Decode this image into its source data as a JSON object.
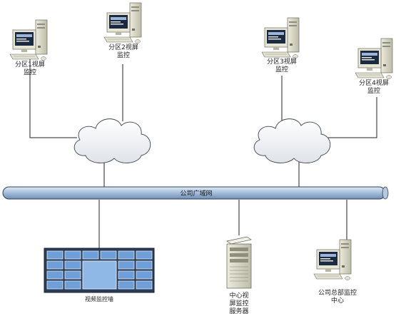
{
  "network": {
    "backbone_label": "公司广域网"
  },
  "branches": [
    {
      "line1": "分区1视屏",
      "line2": "监控"
    },
    {
      "line1": "分区2视屏",
      "line2": "监控"
    },
    {
      "line1": "分区3视屏",
      "line2": "监控"
    },
    {
      "line1": "分区4视屏",
      "line2": "监控"
    }
  ],
  "video_wall": {
    "label": "视频监控墙"
  },
  "server": {
    "line1": "中心视",
    "line2": "屏监控",
    "line3": "服务器"
  },
  "hq": {
    "line1": "公司总部监控",
    "line2": "中心"
  }
}
